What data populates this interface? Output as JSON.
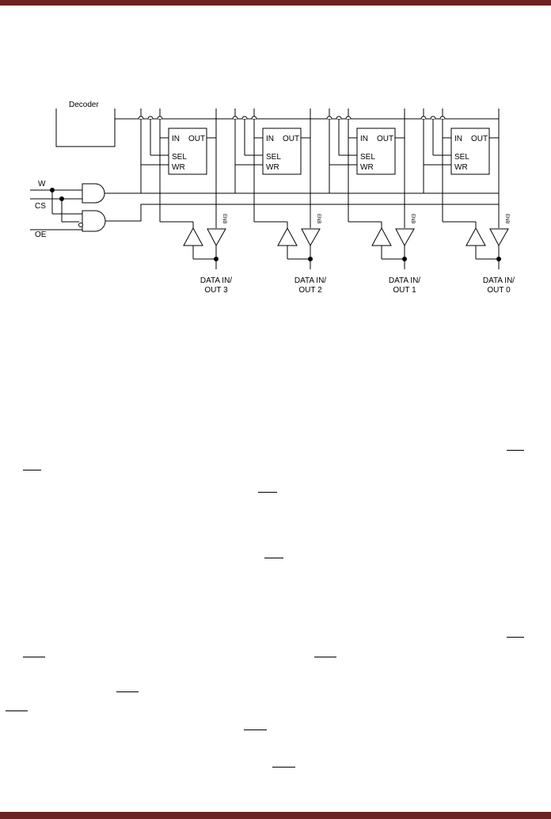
{
  "colors": {
    "rule": "#6b2323",
    "ink": "#000000"
  },
  "diagram": {
    "decoder_label": "Decoder",
    "inputs": {
      "w": "W",
      "cs": "CS",
      "oe": "OE"
    },
    "cell": {
      "in": "IN",
      "out": "OUT",
      "sel": "SEL",
      "wr": "WR"
    },
    "enable_label": "ENB",
    "data_labels": [
      {
        "line1": "DATA IN/",
        "line2": "OUT 3"
      },
      {
        "line1": "DATA IN/",
        "line2": "OUT 2"
      },
      {
        "line1": "DATA IN/",
        "line2": "OUT 1"
      },
      {
        "line1": "DATA IN/",
        "line2": "OUT 0"
      }
    ]
  }
}
